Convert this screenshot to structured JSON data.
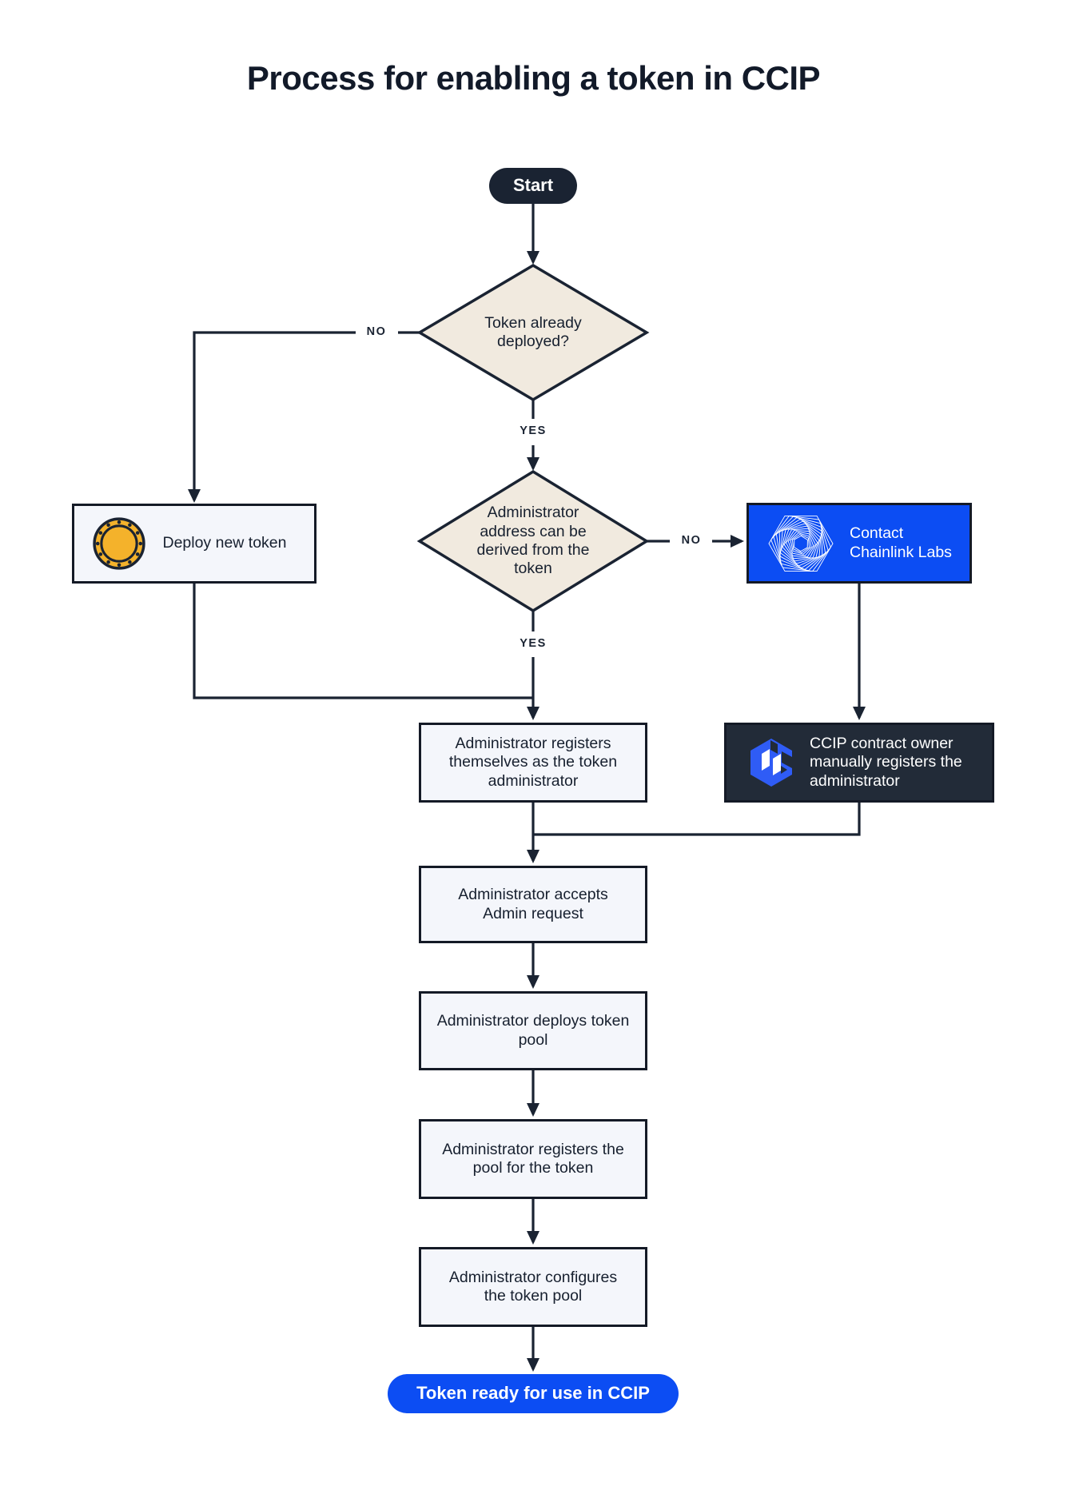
{
  "title": "Process for enabling a token in CCIP",
  "colors": {
    "ink": "#1A2332",
    "diamond_fill": "#F1EADF",
    "process_fill": "#F4F6FB",
    "blue": "#0C4DF3",
    "dark_panel": "#222B38",
    "coin_gold": "#F4B22B",
    "white": "#FFFFFF"
  },
  "nodes": {
    "start": {
      "label": "Start",
      "type": "terminal"
    },
    "token_deployed": {
      "label": "Token already deployed?",
      "type": "decision"
    },
    "deploy_new_token": {
      "label": "Deploy new token",
      "type": "process",
      "icon": "coin-icon"
    },
    "admin_derived": {
      "label": "Administrator address can be derived from the token",
      "type": "decision"
    },
    "contact_chainlink": {
      "label": "Contact Chainlink Labs",
      "type": "process",
      "icon": "chainlink-vortex-icon"
    },
    "admin_registers_self": {
      "label": "Administrator registers themselves as the token administrator",
      "type": "process"
    },
    "ccip_owner_registers": {
      "label": "CCIP contract owner manually registers the administrator",
      "type": "process",
      "icon": "ccip-logo-icon"
    },
    "admin_accepts": {
      "label": "Administrator accepts Admin request",
      "type": "process"
    },
    "admin_deploys_pool": {
      "label": "Administrator deploys token pool",
      "type": "process"
    },
    "admin_registers_pool": {
      "label": "Administrator registers the pool for the token",
      "type": "process"
    },
    "admin_configures_pool": {
      "label": "Administrator configures the token pool",
      "type": "process"
    },
    "token_ready": {
      "label": "Token ready for use in CCIP",
      "type": "terminal"
    }
  },
  "edge_labels": {
    "token_deployed_no": "NO",
    "token_deployed_yes": "YES",
    "admin_derived_no": "NO",
    "admin_derived_yes": "YES"
  }
}
